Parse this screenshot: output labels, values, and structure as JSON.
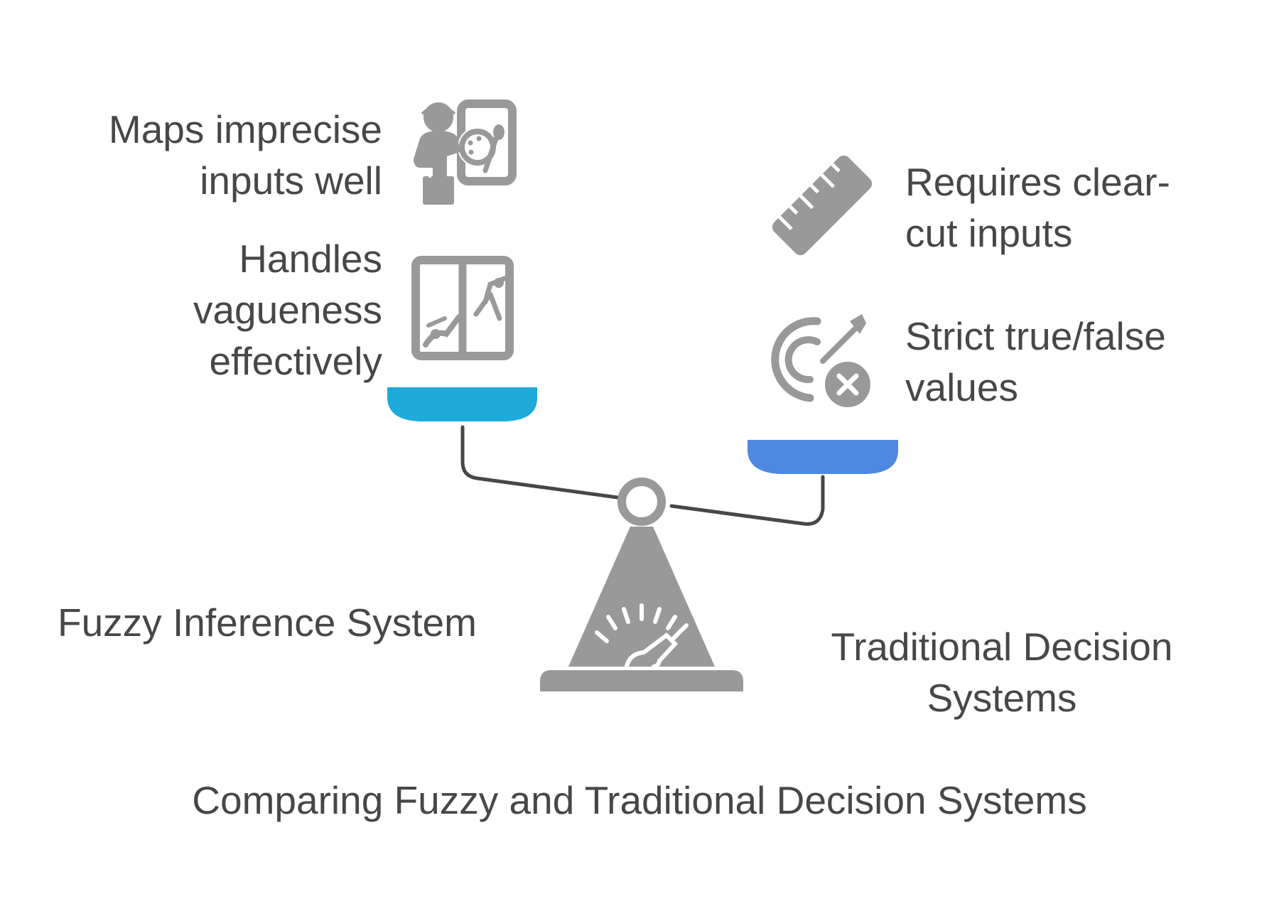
{
  "title": "Comparing Fuzzy and Traditional Decision Systems",
  "left_side": {
    "name": "Fuzzy Inference System",
    "pan_color": "#1EABDA",
    "items": [
      {
        "text": "Maps imprecise inputs well",
        "icon": "teacher-palette-icon"
      },
      {
        "text": "Handles vagueness effectively",
        "icon": "window-figures-icon"
      }
    ]
  },
  "right_side": {
    "name": "Traditional Decision Systems",
    "pan_color": "#4E88E2",
    "items": [
      {
        "text": "Requires clear-cut inputs",
        "icon": "ruler-icon"
      },
      {
        "text": "Strict true/false values",
        "icon": "target-cross-icon"
      }
    ]
  },
  "colors": {
    "icon_gray": "#999999",
    "beam_dark": "#474747",
    "text": "#474747"
  }
}
